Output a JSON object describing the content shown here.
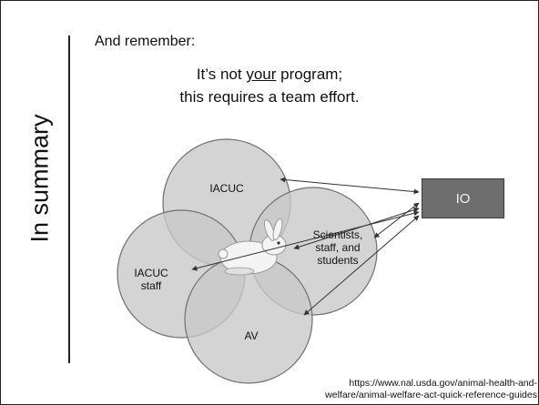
{
  "side_title": "In summary",
  "intro": "And remember:",
  "message": {
    "line1_before": "It’s not ",
    "line1_emphasis": "your",
    "line1_after": " program;",
    "line2": "this requires a team effort."
  },
  "diagram": {
    "circles": [
      {
        "id": "iacuc",
        "label": "IACUC"
      },
      {
        "id": "scientists",
        "label_lines": [
          "Scientists,",
          "staff, and",
          "students"
        ]
      },
      {
        "id": "iacuc-staff",
        "label_lines": [
          "IACUC",
          "staff"
        ]
      },
      {
        "id": "av",
        "label": "AV"
      }
    ],
    "io_label": "IO",
    "center_icon": "rabbit-icon"
  },
  "source": {
    "line1": "https://www.nal.usda.gov/animal-health-and-",
    "line2": "welfare/animal-welfare-act-quick-reference-guides"
  },
  "colors": {
    "circle_fill": "#c8c8c8",
    "circle_stroke": "#707070",
    "io_fill": "#6e6e6e",
    "io_text": "#f2f2f2"
  }
}
